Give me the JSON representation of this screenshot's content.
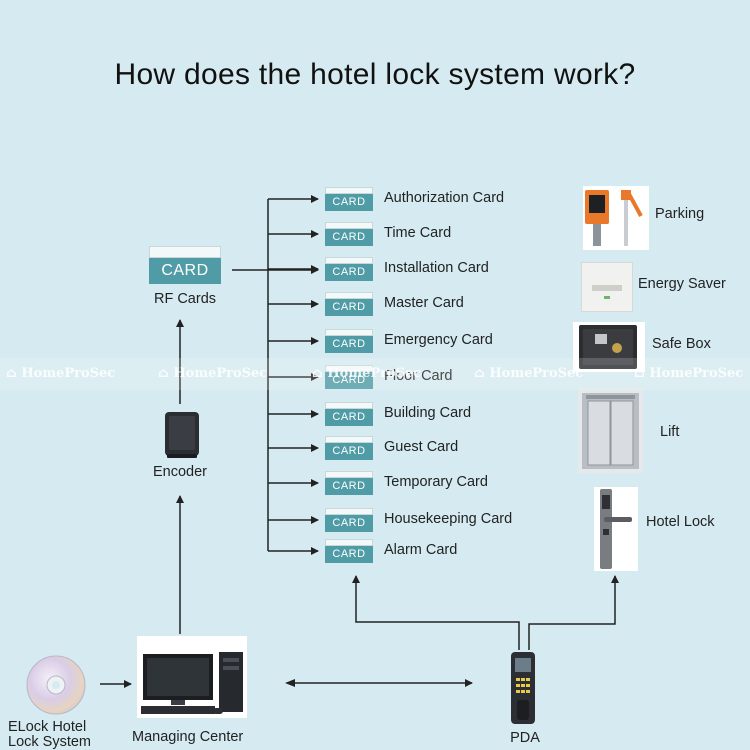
{
  "title": "How does the hotel lock system work?",
  "card_badge_text": "CARD",
  "rf_cards": {
    "badge": "CARD",
    "label": "RF Cards"
  },
  "encoder": {
    "label": "Encoder"
  },
  "elock": {
    "label_line1": "ELock Hotel",
    "label_line2": "Lock System"
  },
  "managing_center": {
    "label": "Managing Center"
  },
  "pda": {
    "label": "PDA"
  },
  "cards": [
    "Authorization Card",
    "Time Card",
    "Installation Card",
    "Master Card",
    "Emergency Card",
    "Floor Card",
    "Building Card",
    "Guest Card",
    "Temporary Card",
    "Housekeeping Card",
    "Alarm Card"
  ],
  "devices": [
    "Parking",
    "Energy Saver",
    "Safe Box",
    "Lift",
    "Hotel Lock"
  ],
  "watermark": "HomeProSec",
  "colors": {
    "background": "#d6ebf1",
    "card_teal": "#4f9ca6",
    "line": "#222222"
  }
}
